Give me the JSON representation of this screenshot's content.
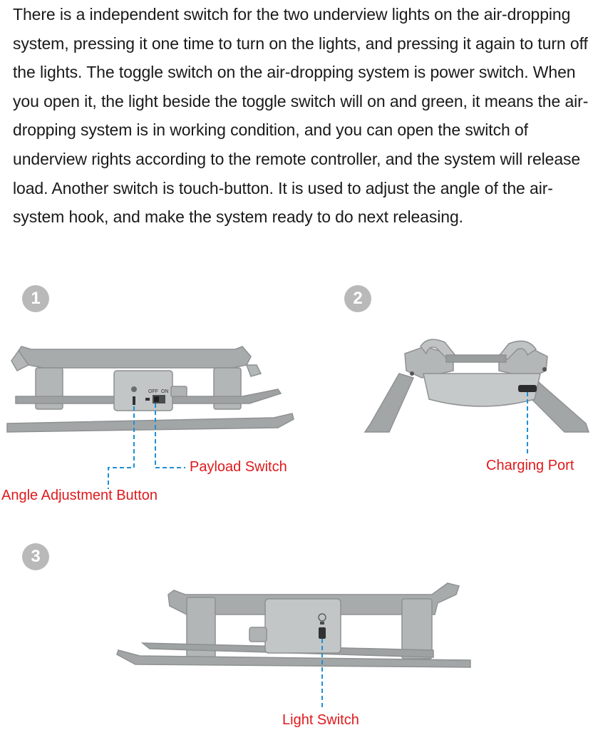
{
  "description": "There is a independent switch for the two underview lights on the air-dropping system, pressing it one time to turn on the lights, and pressing it again to turn off  the lights. The toggle switch on the air-dropping system is power switch. When you open it, the light beside the toggle switch will on and green, it means the air-dropping system is in working condition, and you can open the switch of underview rights according to the remote controller, and the system will release load. Another switch is touch-button. It is used to adjust the angle of the air-system hook, and make the system ready to do next releasing.",
  "steps": [
    "1",
    "2",
    "3"
  ],
  "switch_marks": {
    "off": "OFF",
    "on": "ON"
  },
  "callouts": {
    "payload_switch": "Payload Switch",
    "angle_button": "Angle Adjustment Button",
    "charging_port": "Charging Port",
    "light_switch": "Light Switch"
  },
  "colors": {
    "callout_text": "#e0191c",
    "leader_line": "#1e8fd6",
    "device_body": "#a7aaab",
    "badge": "#b9b9b9"
  }
}
